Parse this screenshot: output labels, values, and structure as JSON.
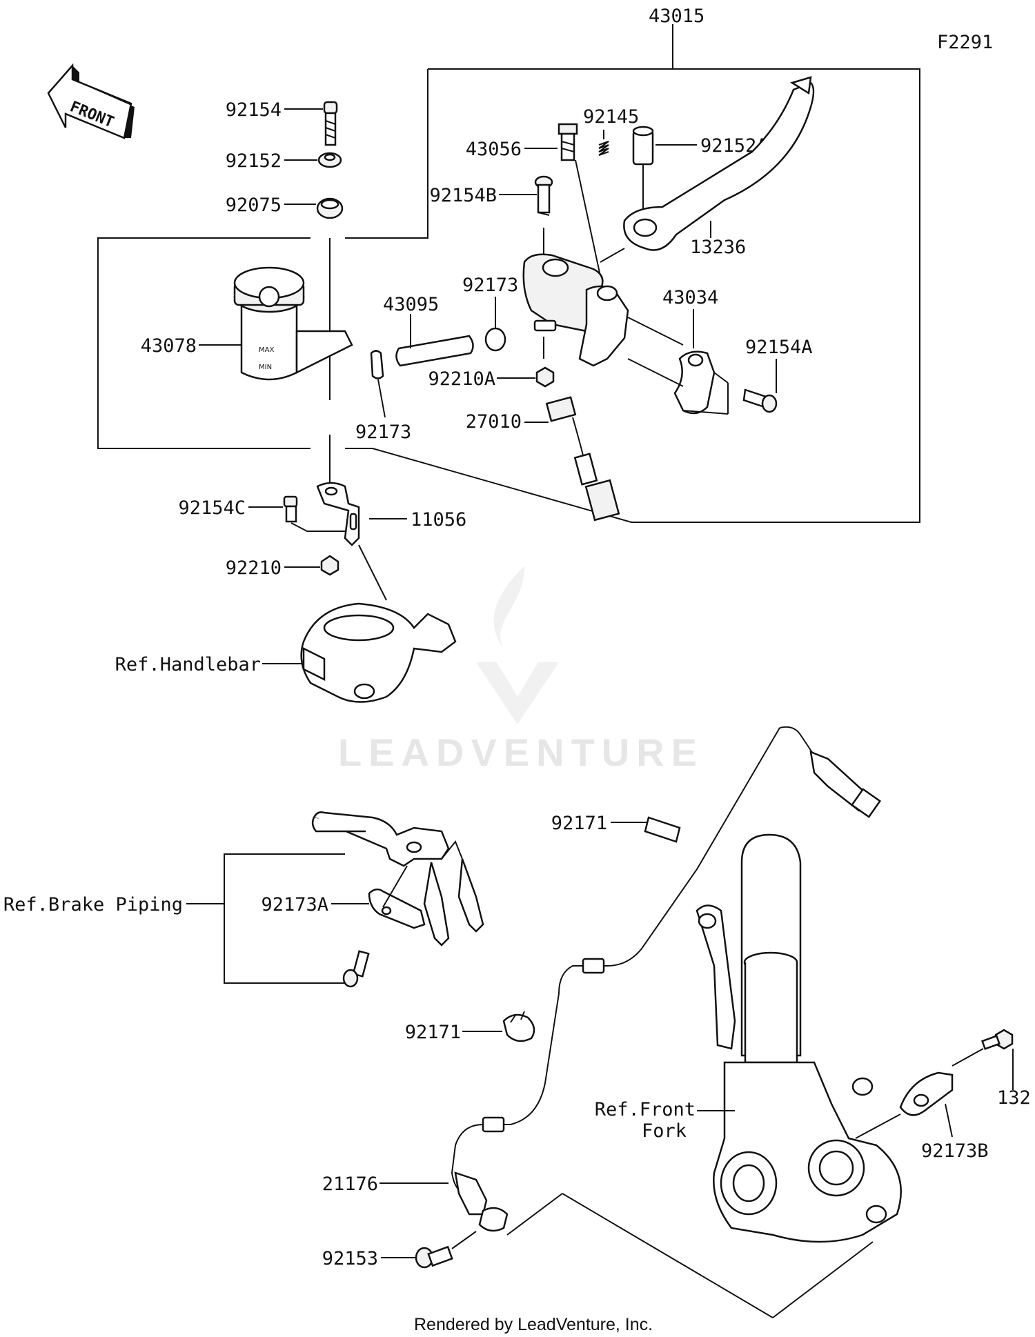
{
  "diagram_code": "F2291",
  "front_arrow_text": "FRONT",
  "watermark": "LEADVENTURE",
  "footer": "Rendered by LeadVenture, Inc.",
  "labels": {
    "p43015": "43015",
    "p92154": "92154",
    "p92152": "92152",
    "p92075": "92075",
    "p43078": "43078",
    "p43095": "43095",
    "p92173_top": "92173",
    "p92173_bot": "92173",
    "p43056": "43056",
    "p92145": "92145",
    "p92152A": "92152A",
    "p92154B": "92154B",
    "p13236": "13236",
    "p43034": "43034",
    "p92154A": "92154A",
    "p92210A": "92210A",
    "p27010": "27010",
    "p92154C": "92154C",
    "p11056": "11056",
    "p92210": "92210",
    "ref_handlebar": "Ref.Handlebar",
    "p92171_top": "92171",
    "ref_brake_piping": "Ref.Brake Piping",
    "p92173A": "92173A",
    "p92171_mid": "92171",
    "ref_front_fork_1": "Ref.Front",
    "ref_front_fork_2": "Fork",
    "p132": "132",
    "p92173B": "92173B",
    "p21176": "21176",
    "p92153": "92153"
  }
}
